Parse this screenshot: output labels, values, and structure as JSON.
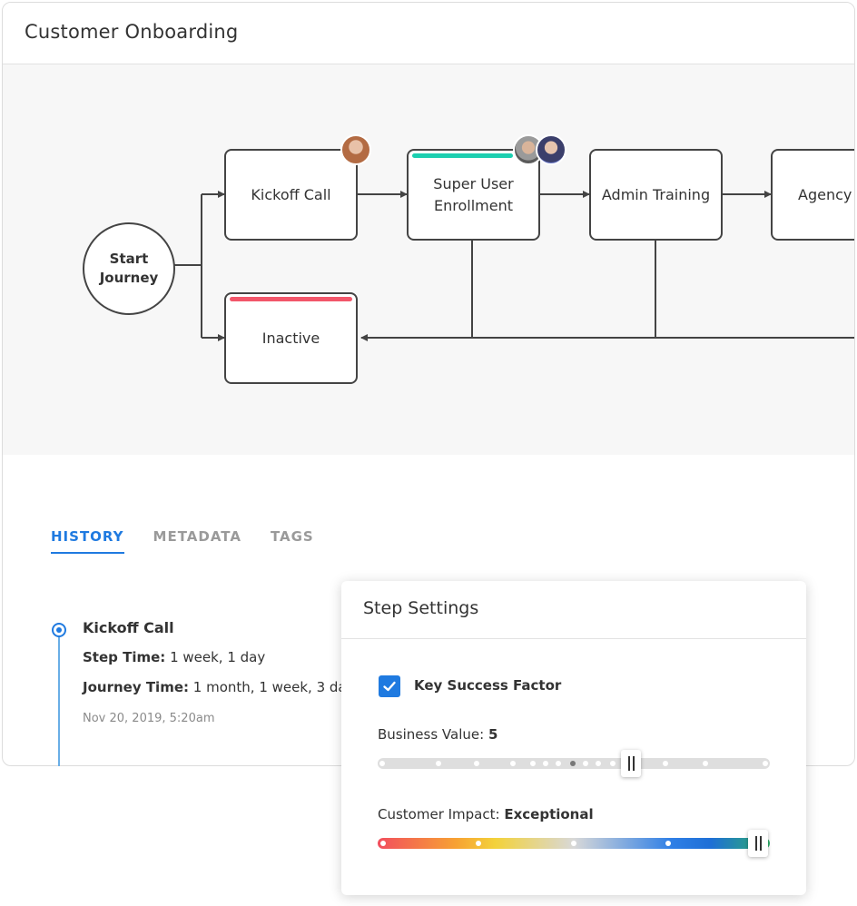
{
  "card": {
    "title": "Customer Onboarding"
  },
  "flow": {
    "start": "Start Journey",
    "nodes": {
      "kickoff": "Kickoff Call",
      "super_user": "Super User Enrollment",
      "admin": "Admin Training",
      "agency": "Agency",
      "inactive": "Inactive"
    },
    "status_colors": {
      "super_user_bar": "#1ccfb0",
      "inactive_bar": "#f2566a"
    }
  },
  "tabs": [
    {
      "label": "HISTORY",
      "active": true
    },
    {
      "label": "METADATA",
      "active": false
    },
    {
      "label": "TAGS",
      "active": false
    }
  ],
  "history": {
    "title": "Kickoff Call",
    "step_time_label": "Step Time:",
    "step_time": "1 week, 1 day",
    "journey_time_label": "Journey Time:",
    "journey_time": "1 month, 1 week, 3 da",
    "date": "Nov 20, 2019, 5:20am"
  },
  "step_settings": {
    "title": "Step Settings",
    "key_success_factor": {
      "label": "Key Success Factor",
      "checked": true
    },
    "business_value": {
      "label": "Business Value:",
      "value": "5"
    },
    "customer_impact": {
      "label": "Customer Impact:",
      "value": "Exceptional"
    }
  },
  "colors": {
    "accent": "#1f7ae0"
  }
}
